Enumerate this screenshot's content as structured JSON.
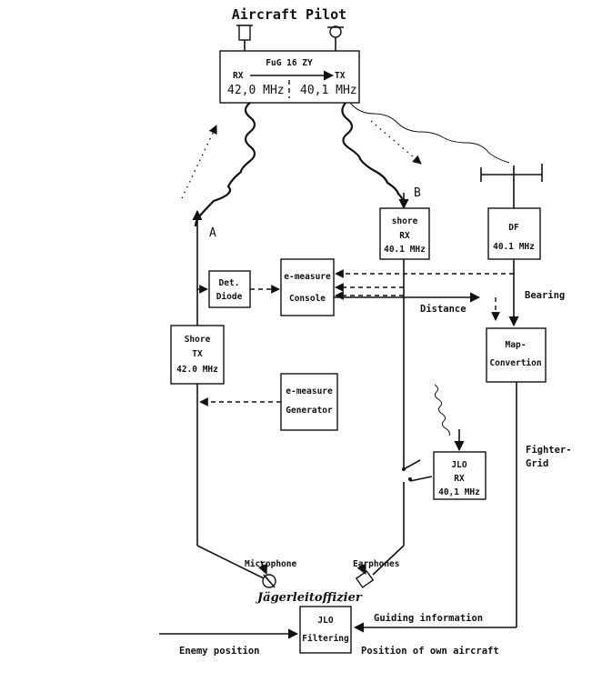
{
  "title": "Aircraft Pilot",
  "fug": {
    "name": "FuG 16 ZY",
    "rx_label": "RX",
    "tx_label": "TX",
    "rx_freq": "42,0 MHz",
    "tx_freq": "40,1 MHz"
  },
  "paths": {
    "a": "A",
    "b": "B"
  },
  "shore_rx": {
    "line1": "shore",
    "line2": "RX",
    "line3": "40.1 MHz"
  },
  "df": {
    "line1": "DF",
    "line2": "40.1 MHz"
  },
  "det_diode": {
    "line1": "Det.",
    "line2": "Diode"
  },
  "console": {
    "line1": "e-measure",
    "line2": "Console"
  },
  "shore_tx": {
    "line1": "Shore",
    "line2": "TX",
    "line3": "42.0 MHz"
  },
  "generator": {
    "line1": "e-measure",
    "line2": "Generator"
  },
  "map": {
    "line1": "Map-",
    "line2": "Convertion"
  },
  "jlo_rx": {
    "line1": "JLO",
    "line2": "RX",
    "line3": "40,1 MHz"
  },
  "jlo_filter": {
    "line1": "JLO",
    "line2": "Filtering"
  },
  "labels": {
    "bearing": "Bearing",
    "distance": "Distance",
    "fighter1": "Fighter-",
    "fighter2": "Grid",
    "microphone": "Microphone",
    "earphones": "Earphones",
    "officer": "Jägerleitoffizier",
    "guiding": "Guiding information",
    "enemy": "Enemy position",
    "own": "Position of own aircraft"
  }
}
